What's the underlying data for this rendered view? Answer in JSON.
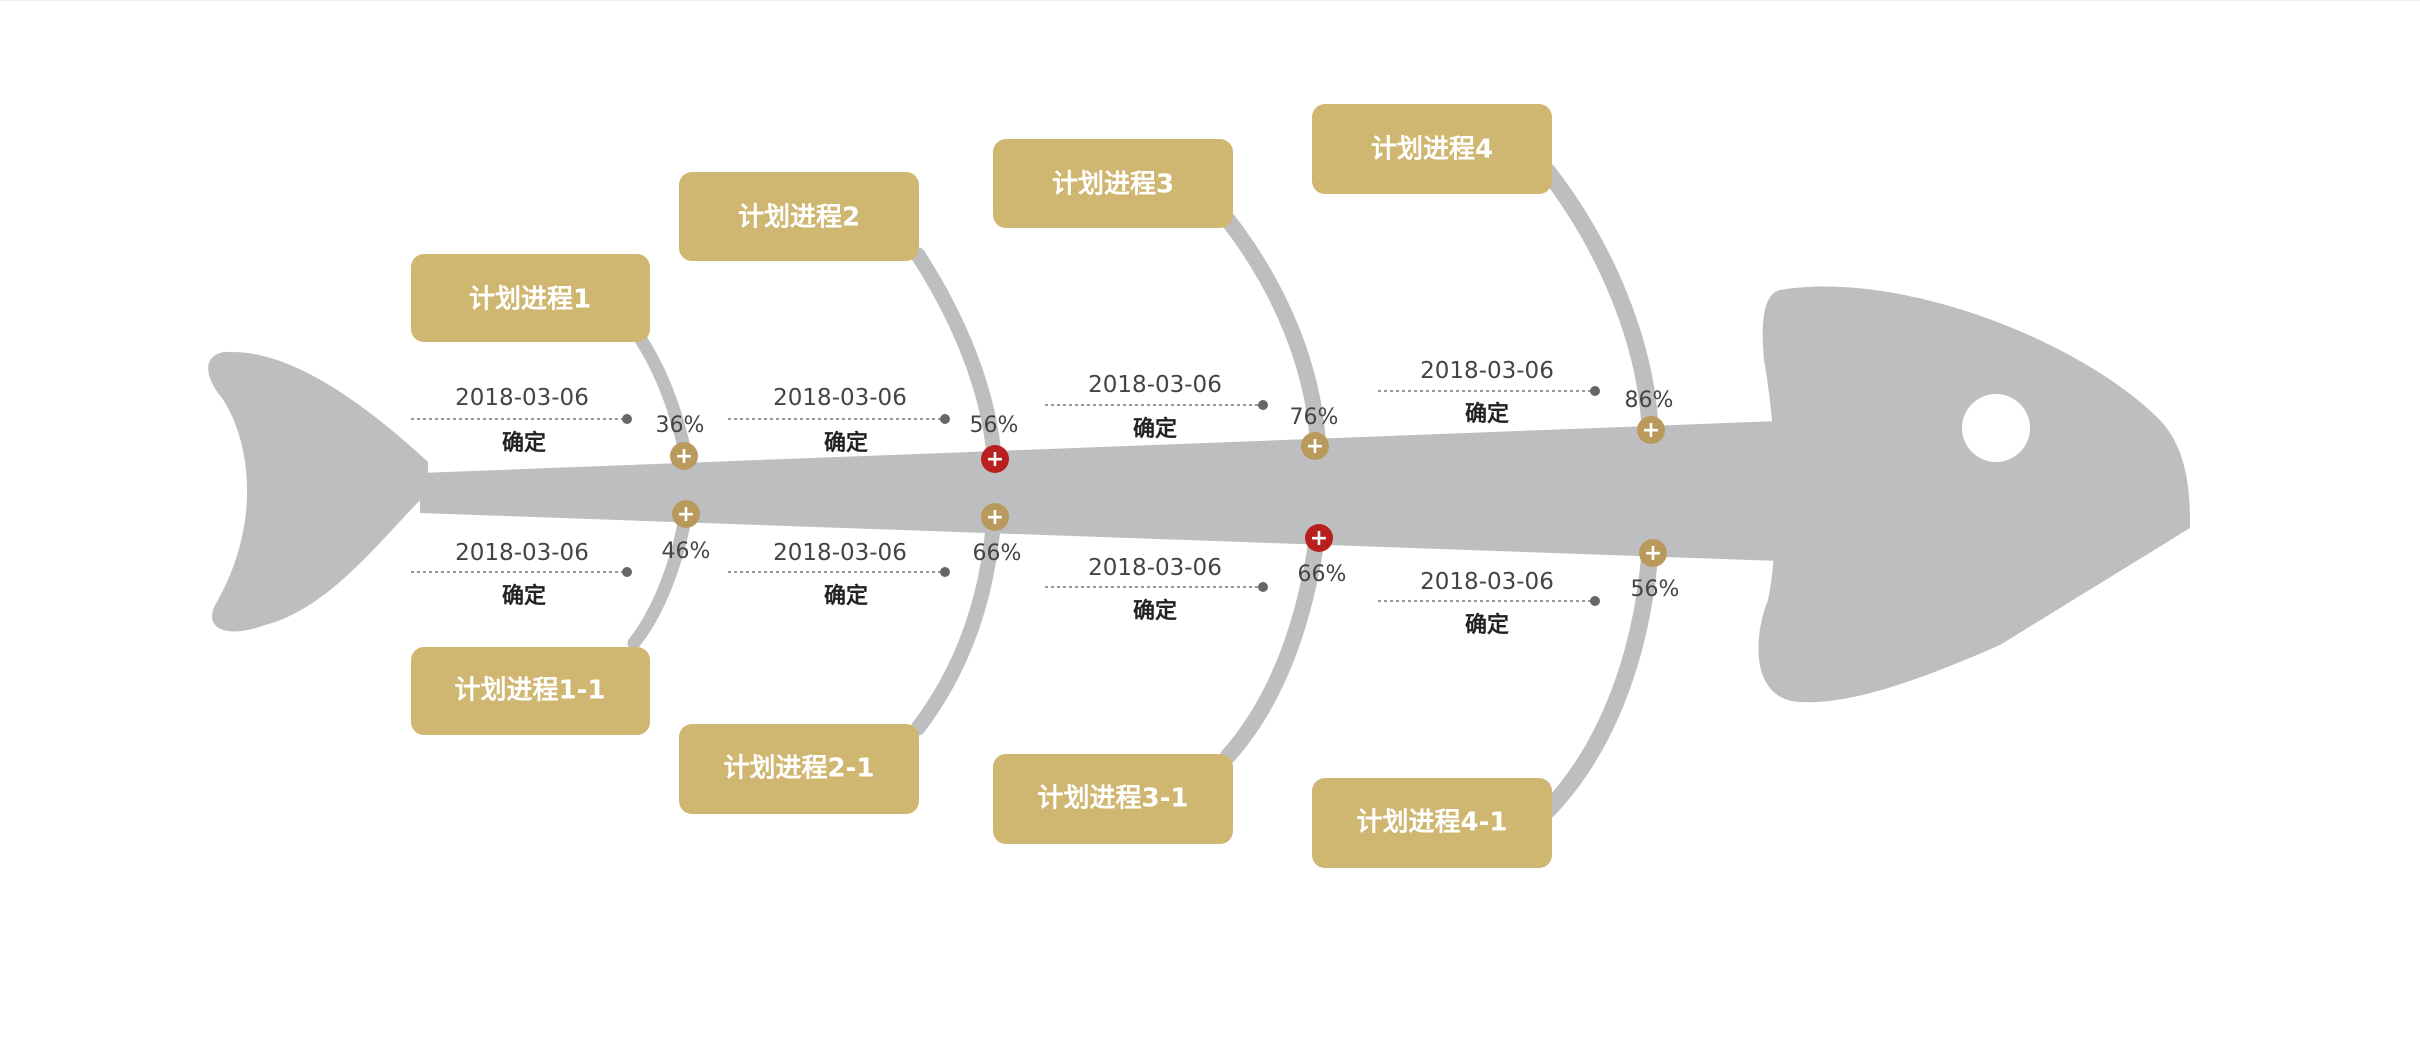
{
  "colors": {
    "fish_body": "#bdbebf",
    "box_fill": "#cfb772",
    "box_text": "#ffffff",
    "button_normal": "#b99a5c",
    "button_alert": "#b8201f",
    "connector": "#777777"
  },
  "diagram": {
    "branches": [
      {
        "upper": {
          "label": "计划进程1",
          "date": "2018-03-06",
          "confirm": "确定",
          "percent": "36%",
          "button_state": "normal",
          "button_icon": "plus-icon"
        },
        "lower": {
          "label": "计划进程1-1",
          "date": "2018-03-06",
          "confirm": "确定",
          "percent": "46%",
          "button_state": "normal",
          "button_icon": "plus-icon"
        }
      },
      {
        "upper": {
          "label": "计划进程2",
          "date": "2018-03-06",
          "confirm": "确定",
          "percent": "56%",
          "button_state": "alert",
          "button_icon": "plus-icon"
        },
        "lower": {
          "label": "计划进程2-1",
          "date": "2018-03-06",
          "confirm": "确定",
          "percent": "66%",
          "button_state": "normal",
          "button_icon": "plus-icon"
        }
      },
      {
        "upper": {
          "label": "计划进程3",
          "date": "2018-03-06",
          "confirm": "确定",
          "percent": "76%",
          "button_state": "normal",
          "button_icon": "plus-icon"
        },
        "lower": {
          "label": "计划进程3-1",
          "date": "2018-03-06",
          "confirm": "确定",
          "percent": "66%",
          "button_state": "alert",
          "button_icon": "plus-icon"
        }
      },
      {
        "upper": {
          "label": "计划进程4",
          "date": "2018-03-06",
          "confirm": "确定",
          "percent": "86%",
          "button_state": "normal",
          "button_icon": "plus-icon"
        },
        "lower": {
          "label": "计划进程4-1",
          "date": "2018-03-06",
          "confirm": "确定",
          "percent": "56%",
          "button_state": "normal",
          "button_icon": "plus-icon"
        }
      }
    ],
    "plus_glyph": "+"
  }
}
